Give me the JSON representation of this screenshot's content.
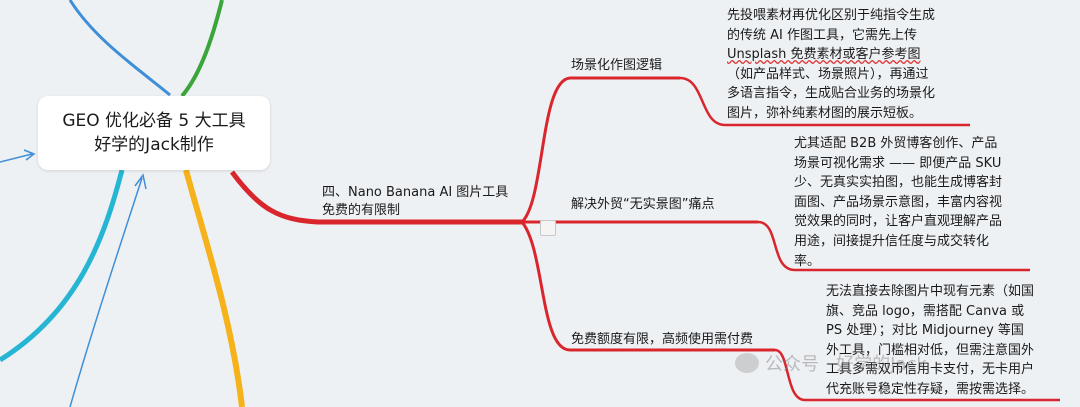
{
  "central": {
    "line1": "GEO 优化必备 5 大工具",
    "line2": "好学的Jack制作"
  },
  "branch": {
    "line1": "四、Nano Banana AI 图片工具",
    "line2": "免费的有限制"
  },
  "topics": [
    {
      "label": "场景化作图逻辑",
      "note": [
        "先投喂素材再优化区别于纯指令生成",
        "的传统 AI 作图工具，它需先上传",
        "Unsplash 免费素材或客户参考图",
        "（如产品样式、场景照片），再通过",
        "多语言指令，生成贴合业务的场景化",
        "图片，弥补纯素材图的展示短板。"
      ]
    },
    {
      "label": "解决外贸“无实景图”痛点",
      "note": [
        "尤其适配 B2B 外贸博客创作、产品",
        "场景可视化需求 —— 即便产品 SKU",
        "少、无真实实拍图，也能生成博客封",
        "面图、产品场景示意图，丰富内容视",
        "觉效果的同时，让客户直观理解产品",
        "用途，间接提升信任度与成交转化",
        "率。"
      ]
    },
    {
      "label": "免费额度有限，高频使用需付费",
      "note": [
        "无法直接去除图片中现有元素（如国",
        "旗、竞品 logo，需搭配 Canva 或",
        "PS 处理）；对比 Midjourney 等国",
        "外工具，门槛相对低，但需注意国外",
        "工具多需双币信用卡支付，无卡用户",
        "代充账号稳定性存疑，需按需选择。"
      ]
    }
  ],
  "watermark": "公众号 · 好学的Jack",
  "colors": {
    "red": "#d9262d",
    "green": "#3aa53a",
    "cyan": "#26b6d4",
    "yellow": "#f6b21a",
    "blue": "#3f8fd8"
  }
}
